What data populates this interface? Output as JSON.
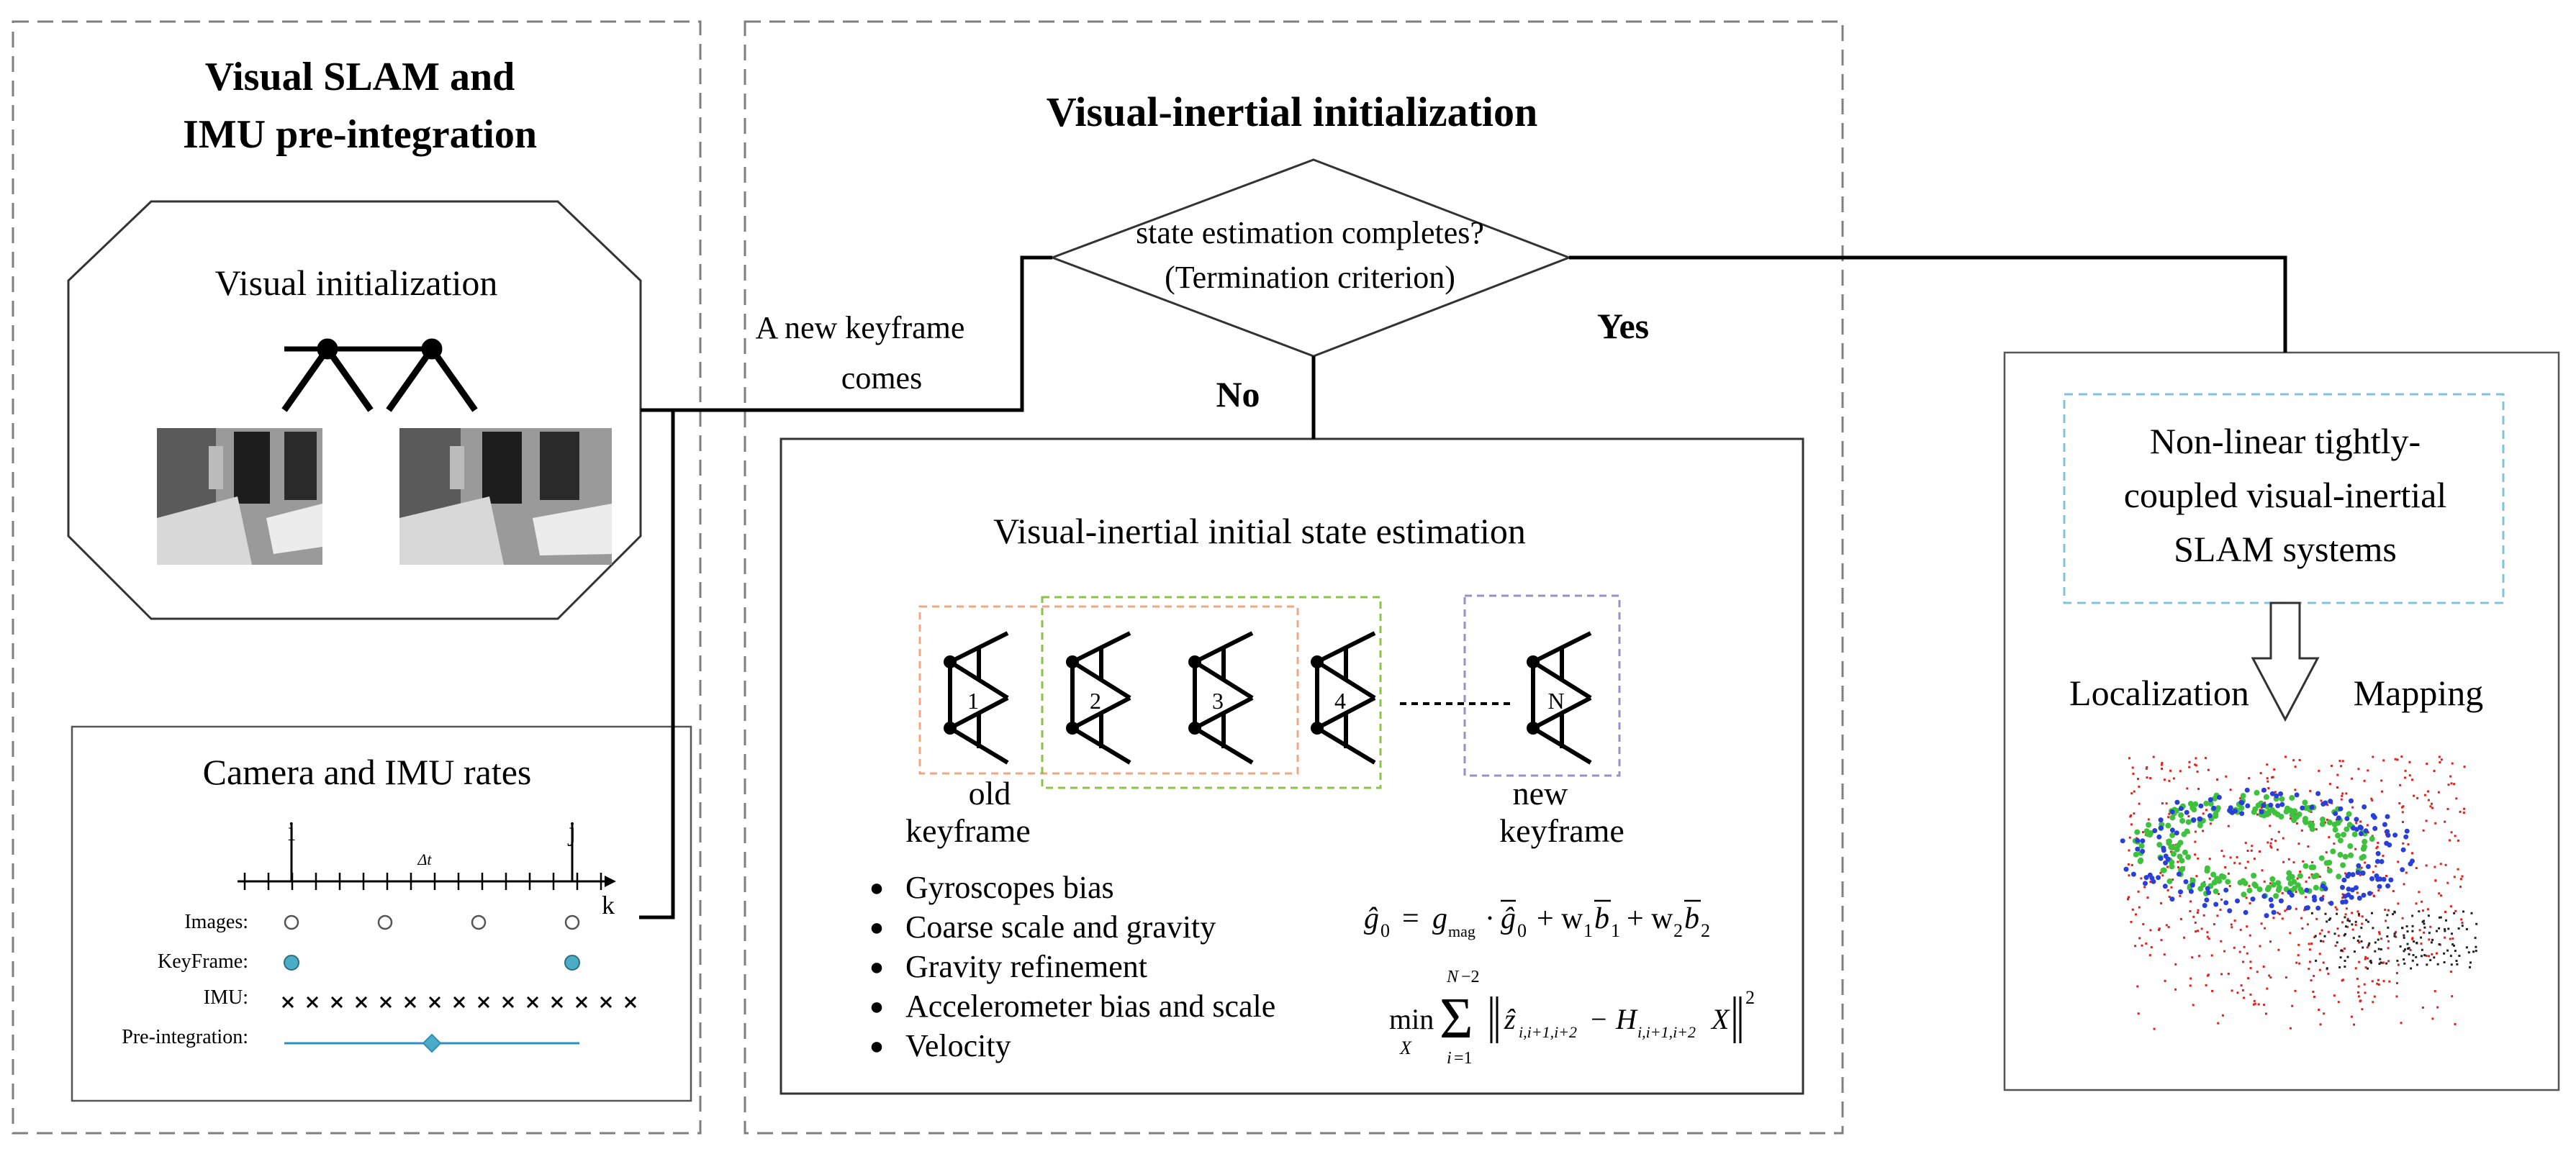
{
  "left_panel": {
    "title_line1": "Visual SLAM and",
    "title_line2": "IMU pre-integration",
    "visual_init": {
      "title": "Visual  initialization"
    },
    "rates": {
      "title": "Camera and IMU rates",
      "tick_i": "i",
      "tick_j": "j",
      "delta_t": "Δt",
      "axis_k": "k",
      "row_images": "Images:",
      "row_keyframe": "KeyFrame:",
      "row_imu": "IMU:",
      "row_preint": "Pre-integration:"
    }
  },
  "middle_panel": {
    "title": "Visual-inertial initialization",
    "decision_line1": "state estimation completes?",
    "decision_line2": "(Termination criterion)",
    "input_line1": "A new keyframe",
    "input_line2": "comes",
    "no_label": "No",
    "yes_label": "Yes",
    "estimation": {
      "title": "Visual-inertial initial state estimation",
      "keyframes": [
        "1",
        "2",
        "3",
        "4",
        "N"
      ],
      "old_line1": "old",
      "old_line2": "keyframe",
      "new_line1": "new",
      "new_line2": "keyframe",
      "steps": [
        "Gyroscopes bias",
        "Coarse scale and gravity",
        "Gravity refinement",
        "Accelerometer bias and scale",
        "Velocity"
      ],
      "bullet": "●"
    }
  },
  "right_panel": {
    "system_line1": "Non-linear tightly-",
    "system_line2": "coupled visual-inertial",
    "system_line3": "SLAM systems",
    "localization": "Localization",
    "mapping": "Mapping"
  },
  "colors": {
    "panel_border": "#7f7f7f",
    "keyframe_marker": "#4bacc6",
    "preint_line": "#2e8fc0",
    "box_orange": "#f4a582",
    "box_green": "#8bc34a",
    "box_purple": "#9a8fc9",
    "box_cyan": "#7fc4dc",
    "map_red": "#e0201c",
    "map_green": "#3ec23e",
    "map_blue": "#2a3fd8"
  }
}
